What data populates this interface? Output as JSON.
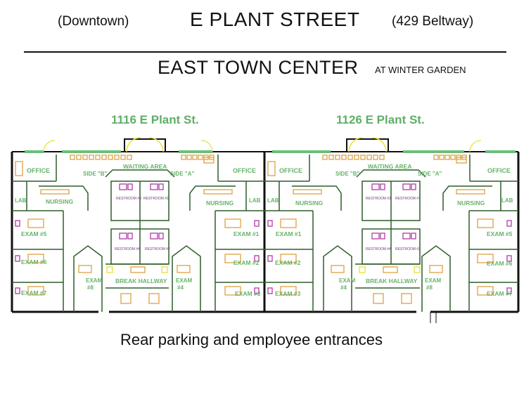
{
  "header": {
    "left_note": "(Downtown)",
    "street": "E PLANT STREET",
    "right_note": "(429 Beltway)",
    "center_name": "EAST TOWN CENTER",
    "center_sub": "AT WINTER GARDEN"
  },
  "buildings": {
    "left_address": "1116 E Plant St.",
    "right_address": "1126 E Plant St."
  },
  "rooms": {
    "office": "OFFICE",
    "waiting": "WAITING AREA",
    "side_a": "SIDE \"A\"",
    "side_b": "SIDE \"B\"",
    "nursing": "NURSING",
    "lab": "LAB",
    "exam1": "EXAM #1",
    "exam2": "EXAM #2",
    "exam3": "EXAM #3",
    "exam4": "EXAM #4",
    "exam5": "EXAM #5",
    "exam6": "EXAM #6",
    "exam7": "EXAM #7",
    "exam8": "EXAM #8",
    "exam4_line1": "EXAM",
    "exam4_line2": "#4",
    "exam8_line1": "EXAM",
    "exam8_line2": "#8",
    "break_hallway": "BREAK HALLWAY",
    "restroom1": "RESTROOM #1",
    "restroom2": "RESTROOM #2",
    "restroom3": "RESTROOM #3",
    "restroom4": "RESTROOM #4"
  },
  "footer": {
    "caption": "Rear parking and employee entrances"
  },
  "colors": {
    "wall": "#111111",
    "interior_wall": "#2e5d2a",
    "room_label": "#67b36a",
    "furniture": "#e0a040",
    "fixture": "#b03aa8",
    "accent": "#e6e23a"
  }
}
